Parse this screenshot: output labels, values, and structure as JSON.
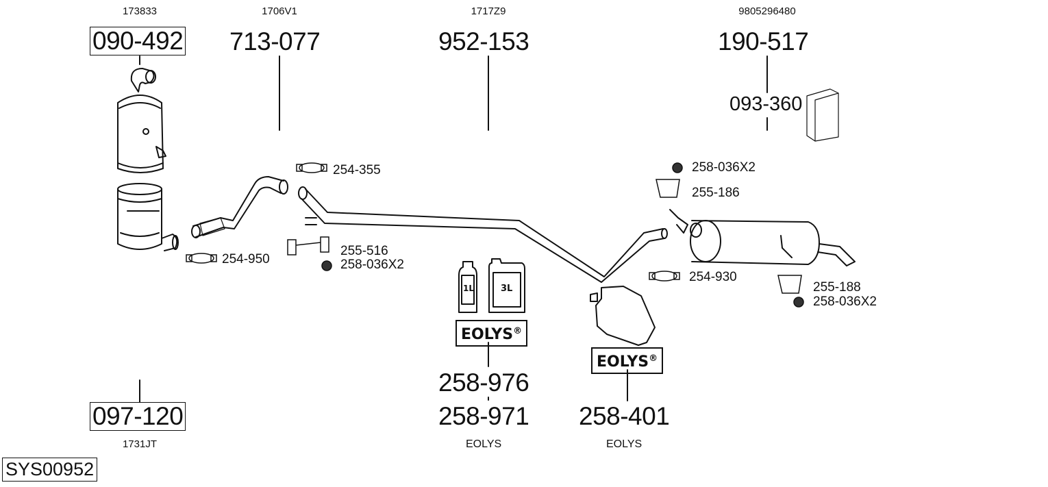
{
  "diagram": {
    "system_id": "SYS00952",
    "groups": [
      {
        "oe_number": "173833",
        "part_number": "090-492",
        "boxed": true,
        "item": "diesel-particulate-filter-upper"
      },
      {
        "oe_number": "1706V1",
        "part_number": "713-077",
        "boxed": false,
        "item": "front-pipe"
      },
      {
        "oe_number": "1717Z9",
        "part_number": "952-153",
        "boxed": false,
        "item": "middle-pipe"
      },
      {
        "oe_number": "9805296480",
        "part_number": "190-517",
        "boxed": false,
        "item": "rear-silencer"
      },
      {
        "oe_number": "1731JT",
        "part_number": "097-120",
        "boxed": true,
        "item": "diesel-particulate-filter-lower"
      }
    ],
    "mounting_kit": {
      "part_number": "093-360"
    },
    "accessories": [
      {
        "label": "254-355"
      },
      {
        "label": "254-950"
      },
      {
        "label": "255-516"
      },
      {
        "label": "258-036X2"
      },
      {
        "label": "258-036X2"
      },
      {
        "label": "255-186"
      },
      {
        "label": "254-930"
      },
      {
        "label": "255-188"
      },
      {
        "label": "258-036X2"
      }
    ],
    "eolys": {
      "brand_label": "EOLYS",
      "registered": "®",
      "bottles": [
        "1L",
        "3L"
      ],
      "fluid_parts": [
        "258-976",
        "258-971"
      ],
      "fluid_caption": "EOLYS",
      "tank_part": "258-401",
      "tank_caption": "EOLYS"
    }
  }
}
